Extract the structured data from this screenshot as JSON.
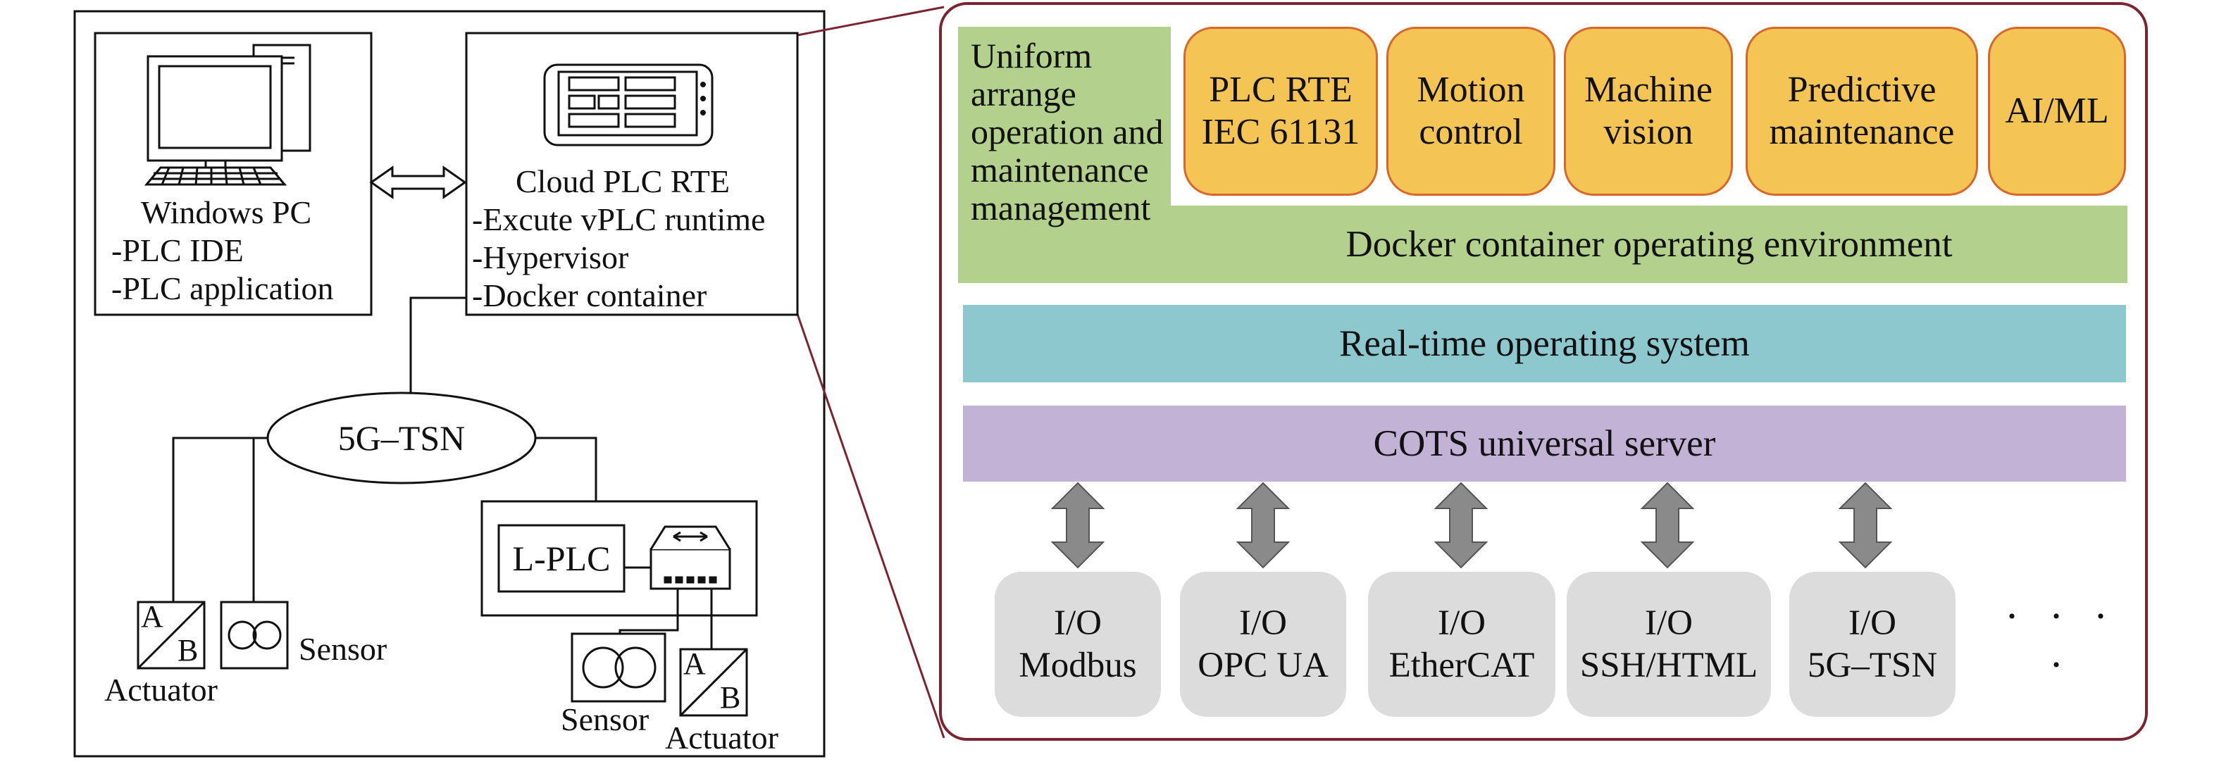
{
  "left": {
    "windows_pc": {
      "title": "Windows PC",
      "items": [
        "-PLC IDE",
        "-PLC application"
      ]
    },
    "cloud_plc": {
      "title": "Cloud PLC RTE",
      "items": [
        "-Excute vPLC runtime",
        "-Hypervisor",
        "-Docker container"
      ]
    },
    "network": "5G–TSN",
    "lplc": "L-PLC",
    "sensor_label": "Sensor",
    "actuator_label": "Actuator",
    "ab_a": "A",
    "ab_b": "B"
  },
  "right": {
    "management": "Uniform arrange operation and maintenance management",
    "apps": [
      {
        "line1": "PLC RTE",
        "line2": "IEC 61131"
      },
      {
        "line1": "Motion",
        "line2": "control"
      },
      {
        "line1": "Machine",
        "line2": "vision"
      },
      {
        "line1": "Predictive",
        "line2": "maintenance"
      },
      {
        "line1": "AI/ML",
        "line2": ""
      }
    ],
    "docker": "Docker container operating environment",
    "rtos": "Real-time operating system",
    "cots": "COTS universal server",
    "io": [
      {
        "line1": "I/O",
        "line2": "Modbus"
      },
      {
        "line1": "I/O",
        "line2": "OPC UA"
      },
      {
        "line1": "I/O",
        "line2": "EtherCAT"
      },
      {
        "line1": "I/O",
        "line2": "SSH/HTML"
      },
      {
        "line1": "I/O",
        "line2": "5G–TSN"
      }
    ],
    "ellipsis": "· · · ·"
  },
  "colors": {
    "connector": "#7b2330",
    "green": "#b3d18c",
    "orange_fill": "#f4c555",
    "orange_border": "#d9662a",
    "teal": "#8dc8cf",
    "purple": "#c2b2d6",
    "io_gray": "#dcdcdc",
    "arrow_gray": "#8a8a8a"
  }
}
